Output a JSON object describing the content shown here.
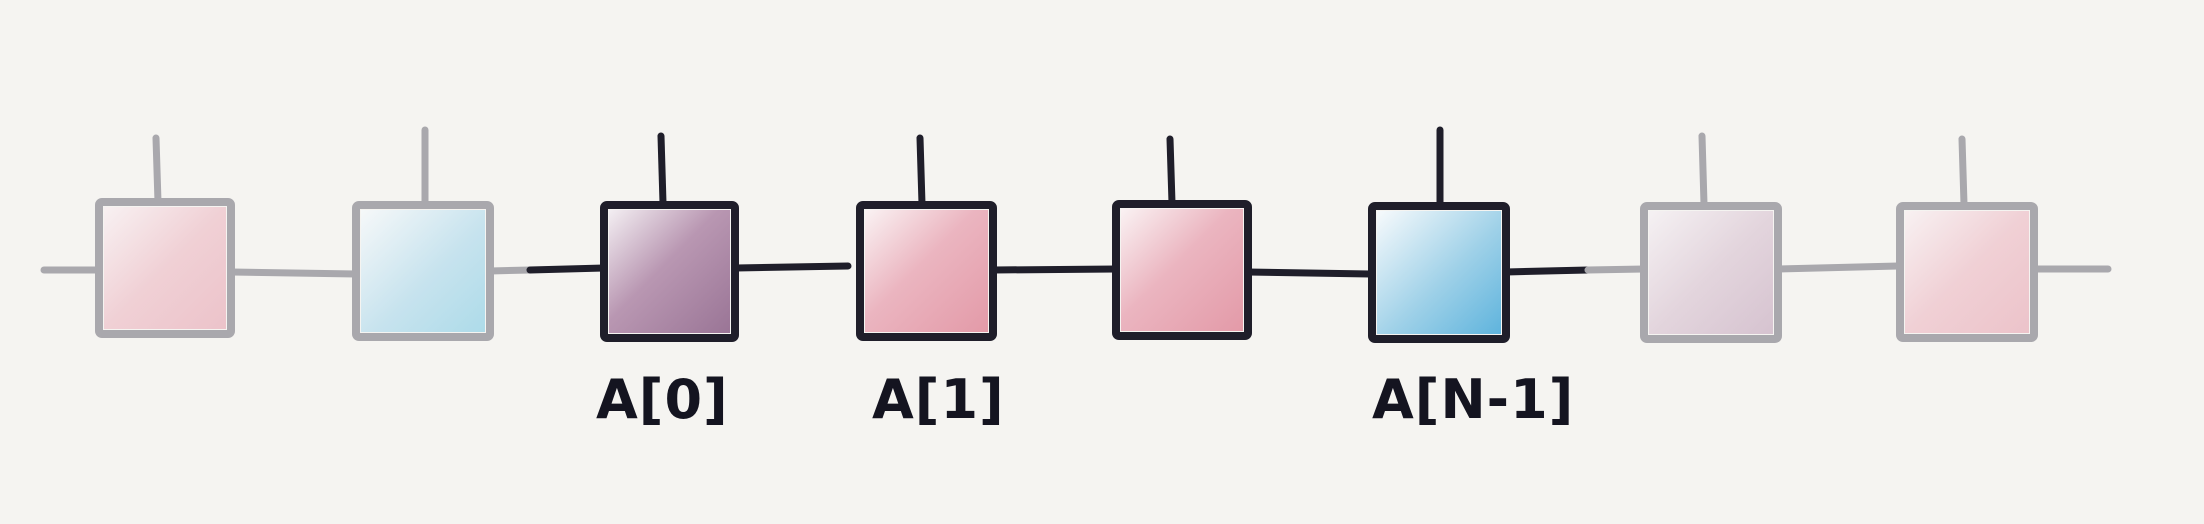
{
  "diagram": {
    "colors": {
      "background": "#f5f4f1",
      "dark_stroke": "#1f1e2a",
      "faded_stroke": "#a9a8ad",
      "pink": "#e9aab7",
      "blue": "#79bfe0",
      "purple": "#a57fa0",
      "faded_pink": "#efc9cf",
      "faded_blue": "#b7ddea",
      "faded_purple": "#d8c6d3"
    },
    "tensors": [
      {
        "id": "t1",
        "state": "faded",
        "fill": "faded_pink",
        "label": ""
      },
      {
        "id": "t2",
        "state": "faded",
        "fill": "faded_blue",
        "label": ""
      },
      {
        "id": "t3",
        "state": "active",
        "fill": "purple",
        "label": "A[0]"
      },
      {
        "id": "t4",
        "state": "active",
        "fill": "pink",
        "label": "A[1]"
      },
      {
        "id": "t5",
        "state": "active",
        "fill": "pink",
        "label": ""
      },
      {
        "id": "t6",
        "state": "active",
        "fill": "blue",
        "label": "A[N-1]"
      },
      {
        "id": "t7",
        "state": "faded",
        "fill": "faded_purple",
        "label": ""
      },
      {
        "id": "t8",
        "state": "faded",
        "fill": "faded_pink",
        "label": ""
      }
    ]
  }
}
